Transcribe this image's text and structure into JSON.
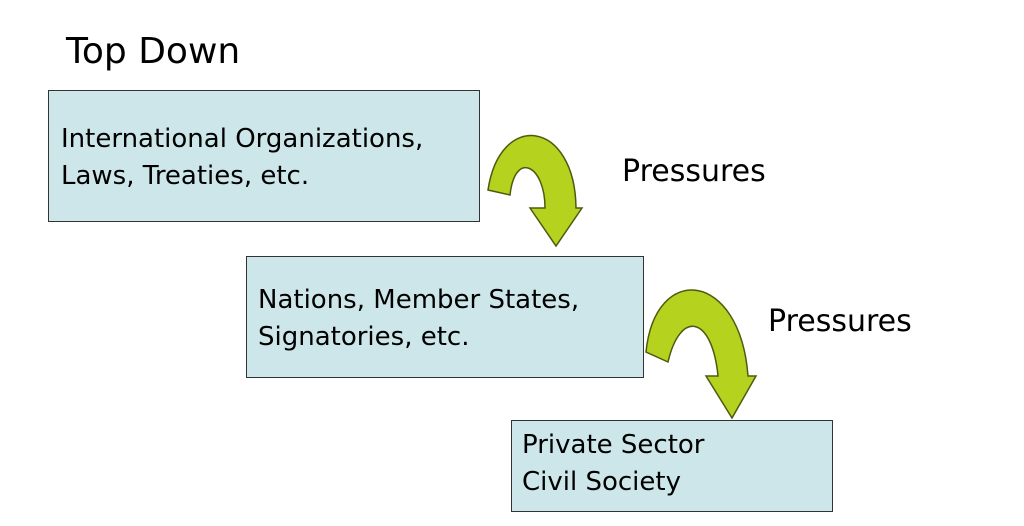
{
  "title": "Top Down",
  "boxes": [
    {
      "lines": [
        "International Organizations,",
        "Laws, Treaties, etc."
      ]
    },
    {
      "lines": [
        "Nations, Member States,",
        "Signatories, etc."
      ]
    },
    {
      "lines": [
        "Private Sector",
        "Civil Society"
      ]
    }
  ],
  "arrows": [
    {
      "label": "Pressures"
    },
    {
      "label": "Pressures"
    }
  ],
  "colors": {
    "box_fill": "#cce6ea",
    "box_border": "#333333",
    "arrow_fill": "#b5d21e",
    "arrow_stroke": "#4f5a10"
  }
}
